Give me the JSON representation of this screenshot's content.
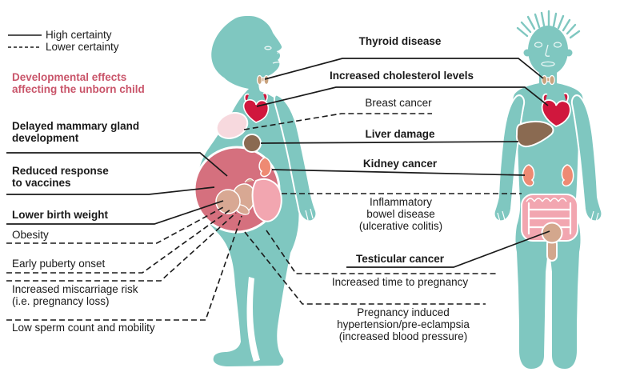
{
  "legend": {
    "high_label": "High certainty",
    "lower_label": "Lower certainty"
  },
  "title": {
    "developmental_effects": "Developmental effects\naffecting the unborn child"
  },
  "labels": {
    "delayed_mammary": "Delayed mammary gland\ndevelopment",
    "reduced_vaccines": "Reduced response\nto vaccines",
    "lower_birth_weight": "Lower birth weight",
    "obesity": "Obesity",
    "early_puberty": "Early puberty onset",
    "miscarriage": "Increased miscarriage risk\n(i.e. pregnancy loss)",
    "low_sperm": "Low sperm count and mobility",
    "thyroid": "Thyroid disease",
    "cholesterol": "Increased cholesterol levels",
    "breast_cancer": "Breast cancer",
    "liver_damage": "Liver damage",
    "kidney_cancer": "Kidney cancer",
    "ibd": "Inflammatory\nbowel disease\n(ulcerative colitis)",
    "testicular_cancer": "Testicular cancer",
    "time_to_pregnancy": "Increased time to pregnancy",
    "hypertension": "Pregnancy induced\nhypertension/pre-eclampsia\n(increased blood pressure)"
  },
  "colors": {
    "body_teal": "#7fc7c0",
    "accent_pink": "#c9556a",
    "heart_red": "#d0173d",
    "womb_rose": "#d5707e",
    "fetus_tan": "#d8a893",
    "breast_pink": "#f7d9de",
    "liver_brown": "#8a6a51",
    "kidney_salmon": "#ee8a73",
    "intestine_pink": "#f2a6b0",
    "organ_tan": "#d3a78d",
    "line_black": "#1a1a1a"
  }
}
